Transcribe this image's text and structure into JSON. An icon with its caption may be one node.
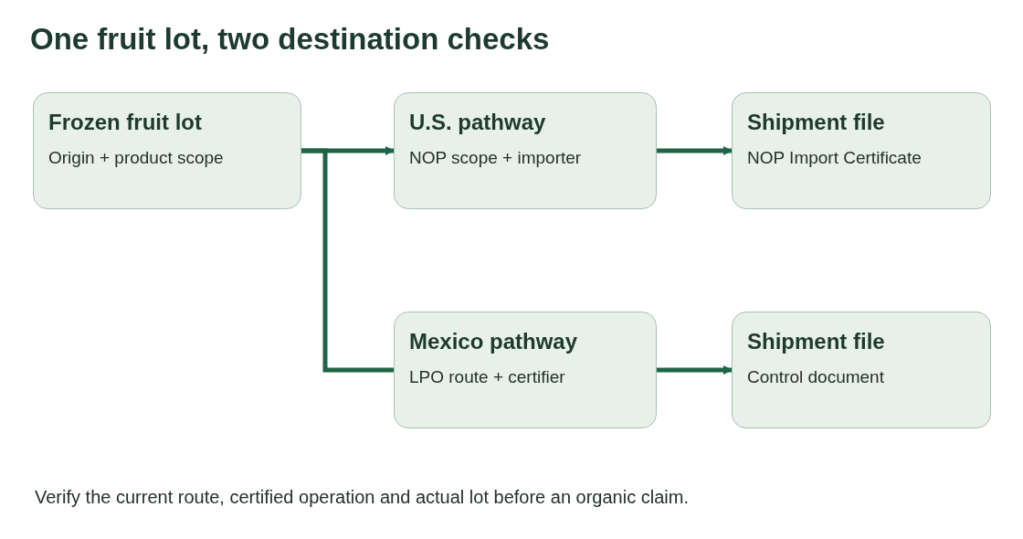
{
  "diagram": {
    "title": "One fruit lot, two destination checks",
    "nodes": [
      {
        "text": [
          "Frozen fruit lot",
          "Origin + product scope"
        ]
      },
      {
        "text": [
          "U.S. pathway",
          "NOP scope + importer"
        ]
      },
      {
        "text": [
          "Shipment file",
          "NOP Import Certificate"
        ]
      },
      {
        "text": [
          "Mexico pathway",
          "LPO route + certifier"
        ]
      },
      {
        "text": [
          "Shipment file",
          "Control document"
        ]
      }
    ],
    "edges": [
      {
        "from": 0,
        "to": 1,
        "arrow": "to"
      },
      {
        "from": 0,
        "to": 3,
        "arrow": "none"
      },
      {
        "from": 1,
        "to": 2,
        "arrow": "to"
      },
      {
        "from": 3,
        "to": 4,
        "arrow": "to"
      }
    ],
    "caption": "Verify the current route, certified operation and actual lot before an organic claim."
  }
}
